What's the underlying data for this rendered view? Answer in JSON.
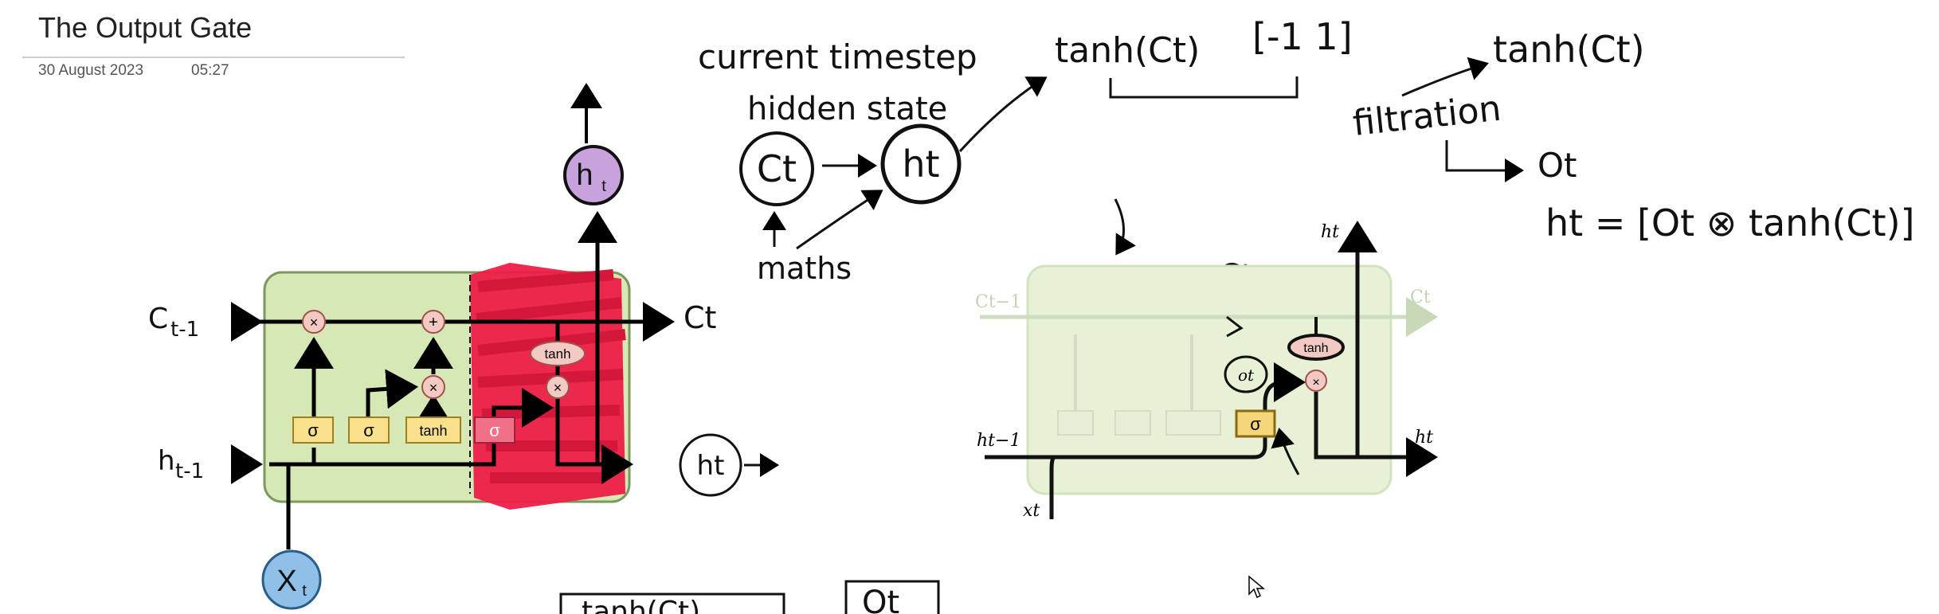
{
  "page": {
    "title": "The Output Gate",
    "date": "30 August 2023",
    "time": "05:27"
  },
  "lstm_left": {
    "c_prev": "C",
    "c_prev_sub": "t-1",
    "h_prev": "h",
    "h_prev_sub": "t-1",
    "c_out": "Ct",
    "h_top": "h",
    "h_top_sub": "t",
    "x_in": "X",
    "x_in_sub": "t",
    "h_out": "ht",
    "mult": "×",
    "plus": "+",
    "sigma": "σ",
    "tanh": "tanh"
  },
  "notes": {
    "current_timestep": "current timestep",
    "hidden_state": "hidden state",
    "c_circle": "Ct",
    "h_circle": "ht",
    "maths": "maths",
    "tanh_ct": "tanh(Ct)",
    "range": "[-1 1]",
    "filtration": "filtration",
    "tanh_ct_right": "tanh(Ct)",
    "o_t": "Ot",
    "h_t_eq": "ht = [Ot ⊗ tanh(Ct)]",
    "ct_label": "Ct",
    "bottom_left_box": "tanh(Ct)",
    "bottom_right_box": "Ot"
  },
  "lstm_right": {
    "c_prev": "Ct−1",
    "c_out": "Ct",
    "h_prev": "ht−1",
    "h_out": "ht",
    "h_top": "ht",
    "x_in": "xt",
    "o_t": "ot",
    "tanh": "tanh",
    "sigma": "σ",
    "mult": "×"
  }
}
